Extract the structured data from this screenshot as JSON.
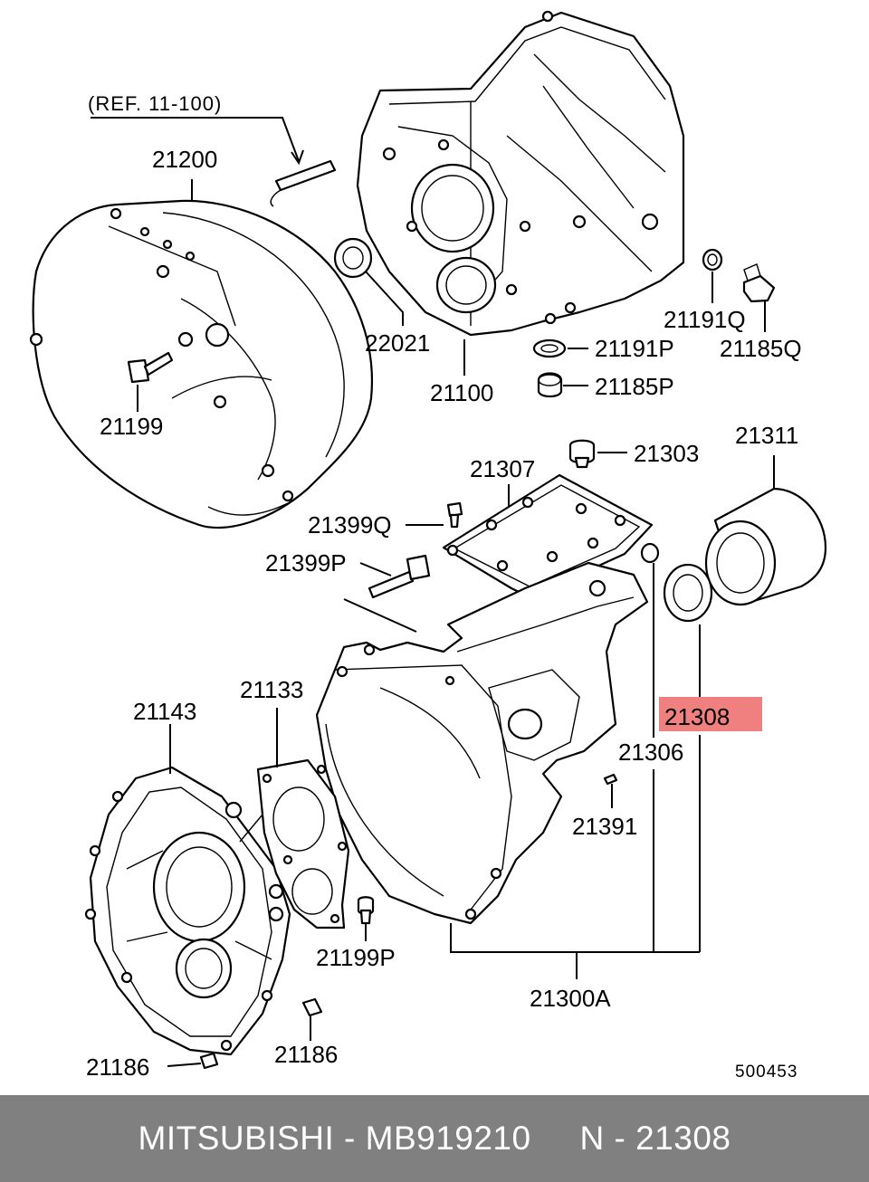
{
  "diagram": {
    "ref_note": "(REF. 11-100)",
    "drawing_number": "500453",
    "highlight_color": "#f08080",
    "labels": {
      "p21200": "21200",
      "p21100": "21100",
      "p22021": "22021",
      "p21199": "21199",
      "p21191Q": "21191Q",
      "p21185Q": "21185Q",
      "p21191P": "21191P",
      "p21185P": "21185P",
      "p21303": "21303",
      "p21307": "21307",
      "p21311": "21311",
      "p21399Q": "21399Q",
      "p21399P": "21399P",
      "p21308": "21308",
      "p21306": "21306",
      "p21391": "21391",
      "p21143": "21143",
      "p21133": "21133",
      "p21199P": "21199P",
      "p21300A": "21300A",
      "p21186a": "21186",
      "p21186b": "21186"
    }
  },
  "footer": {
    "text": "MITSUBISHI - MB919210     N - 21308"
  }
}
